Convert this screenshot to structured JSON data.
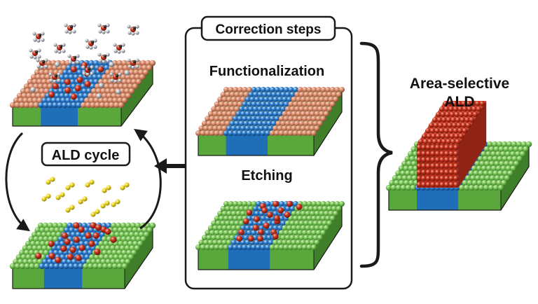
{
  "labels": {
    "correction_steps": "Correction steps",
    "functionalization": "Functionalization",
    "etching": "Etching",
    "ald_cycle": "ALD cycle",
    "area_selective_line1": "Area-selective",
    "area_selective_line2": "ALD"
  },
  "colors": {
    "substrate_green": "#5aa83c",
    "substrate_green_dark": "#3f7f2a",
    "channel_blue": "#1f6fb8",
    "channel_blue_dark": "#16538c",
    "atom_green": "#7cc85a",
    "atom_blue": "#2e7fd0",
    "atom_red": "#c8341f",
    "atom_salmon": "#d98a6a",
    "precursor_yellow": "#e8d21a",
    "outline": "#1a1a1a"
  },
  "icons": [
    "green-substrate-block",
    "blue-channel",
    "red-deposit-atoms",
    "methyl-precursor-molecules",
    "yellow-coreactant-molecules",
    "curly-brace",
    "arrow"
  ]
}
